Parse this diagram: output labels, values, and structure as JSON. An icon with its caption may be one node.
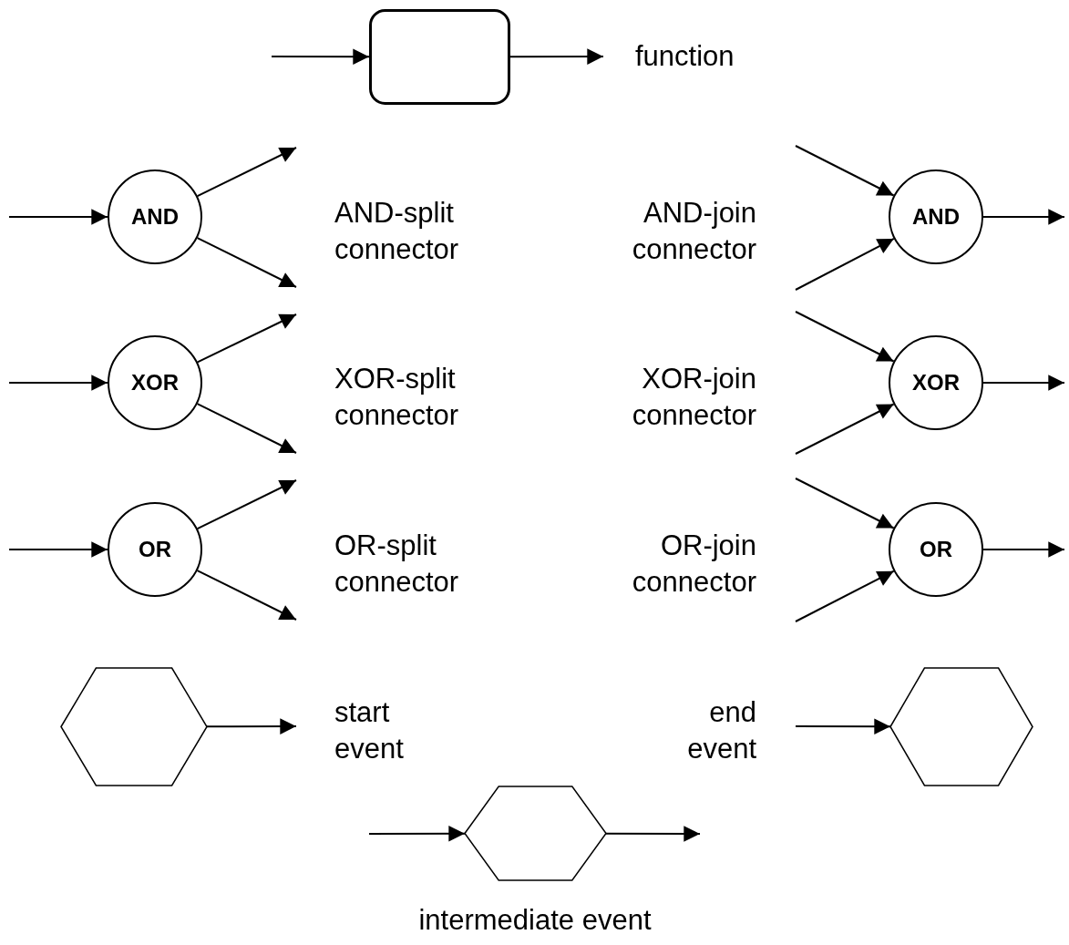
{
  "diagram": {
    "nodes": [
      {
        "text": [],
        "shape": "box"
      },
      {
        "text": [
          "AND"
        ]
      },
      {
        "text": [
          "XOR"
        ]
      },
      {
        "text": [
          "OR"
        ]
      },
      {
        "text": [
          "AND"
        ]
      },
      {
        "text": [
          "XOR"
        ]
      },
      {
        "text": [
          "OR"
        ]
      },
      {
        "text": [],
        "shape": "hexagon"
      },
      {
        "text": [],
        "shape": "hexagon"
      },
      {
        "text": [],
        "shape": "hexagon"
      }
    ],
    "edges": [
      {
        "from": null,
        "to": 0,
        "arrow": "to"
      },
      {
        "from": 0,
        "to": null,
        "arrow": "to"
      },
      {
        "from": null,
        "to": 1,
        "arrow": "to"
      },
      {
        "from": 1,
        "to": null,
        "arrow": "to"
      },
      {
        "from": 1,
        "to": null,
        "arrow": "to"
      },
      {
        "from": null,
        "to": 2,
        "arrow": "to"
      },
      {
        "from": 2,
        "to": null,
        "arrow": "to"
      },
      {
        "from": 2,
        "to": null,
        "arrow": "to"
      },
      {
        "from": null,
        "to": 3,
        "arrow": "to"
      },
      {
        "from": 3,
        "to": null,
        "arrow": "to"
      },
      {
        "from": 3,
        "to": null,
        "arrow": "to"
      },
      {
        "from": null,
        "to": 4,
        "arrow": "to"
      },
      {
        "from": null,
        "to": 4,
        "arrow": "to"
      },
      {
        "from": 4,
        "to": null,
        "arrow": "to"
      },
      {
        "from": null,
        "to": 5,
        "arrow": "to"
      },
      {
        "from": null,
        "to": 5,
        "arrow": "to"
      },
      {
        "from": 5,
        "to": null,
        "arrow": "to"
      },
      {
        "from": null,
        "to": 6,
        "arrow": "to"
      },
      {
        "from": null,
        "to": 6,
        "arrow": "to"
      },
      {
        "from": 6,
        "to": null,
        "arrow": "to"
      },
      {
        "from": 7,
        "to": null,
        "arrow": "to"
      },
      {
        "from": null,
        "to": 8,
        "arrow": "to"
      },
      {
        "from": null,
        "to": 9,
        "arrow": "to"
      },
      {
        "from": 9,
        "to": null,
        "arrow": "to"
      }
    ],
    "labels": [
      "function",
      "AND-split connector",
      "AND-join connector",
      "XOR-split connector",
      "XOR-join connector",
      "OR-split connector",
      "OR-join connector",
      "start event",
      "end event",
      "intermediate event"
    ]
  }
}
